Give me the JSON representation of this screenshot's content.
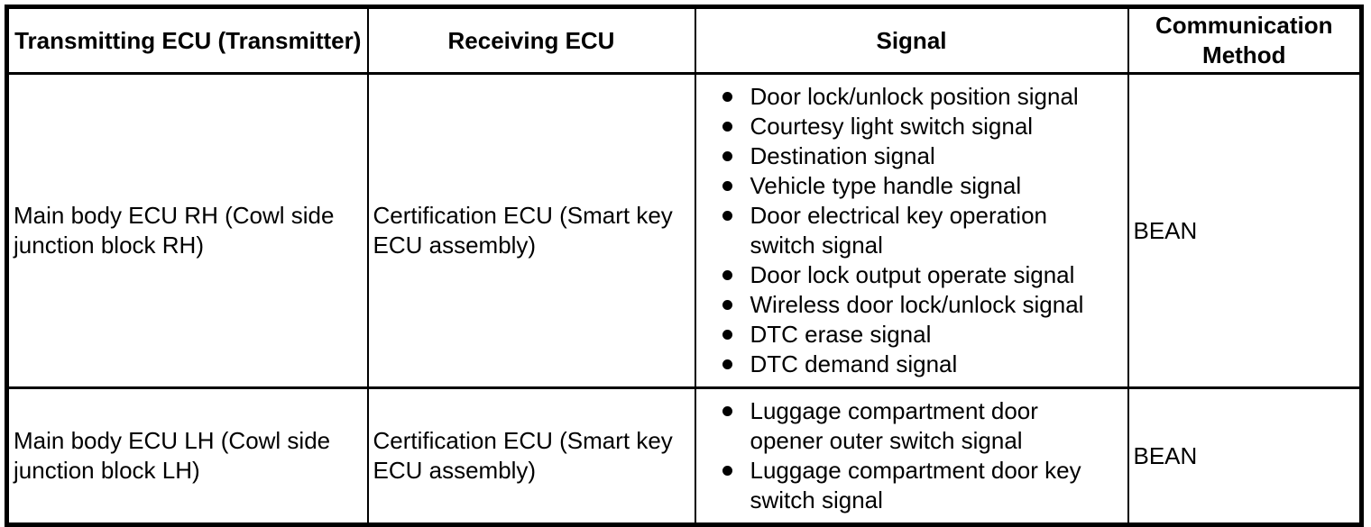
{
  "colors": {
    "foreground": "#000000",
    "background": "#ffffff",
    "border": "#000000"
  },
  "table": {
    "headers": {
      "transmitting_ecu": "Transmitting ECU (Transmitter)",
      "receiving_ecu": "Receiving ECU",
      "signal": "Signal",
      "communication_method": "Communication Method"
    },
    "rows": [
      {
        "transmitting_ecu": "Main body ECU RH (Cowl side junction block RH)",
        "receiving_ecu": "Certification ECU (Smart key ECU assembly)",
        "signals": [
          "Door lock/unlock position signal",
          "Courtesy light switch signal",
          "Destination signal",
          "Vehicle type handle signal",
          "Door electrical key operation switch signal",
          "Door lock output operate signal",
          "Wireless door lock/unlock signal",
          "DTC erase signal",
          "DTC demand signal"
        ],
        "communication_method": "BEAN"
      },
      {
        "transmitting_ecu": "Main body ECU LH (Cowl side junction block LH)",
        "receiving_ecu": "Certification ECU (Smart key ECU assembly)",
        "signals": [
          "Luggage compartment door opener outer switch signal",
          "Luggage compartment door key switch signal"
        ],
        "communication_method": "BEAN"
      }
    ]
  }
}
